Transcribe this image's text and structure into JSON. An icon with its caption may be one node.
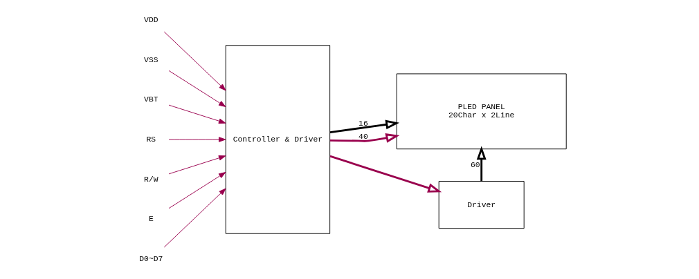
{
  "diagram": {
    "nodes": [
      {
        "text": [
          "VDD"
        ]
      },
      {
        "text": [
          "VSS"
        ]
      },
      {
        "text": [
          "VBT"
        ]
      },
      {
        "text": [
          "RS"
        ]
      },
      {
        "text": [
          "R/W"
        ]
      },
      {
        "text": [
          "E"
        ]
      },
      {
        "text": [
          "D0~D7"
        ]
      },
      {
        "text": [
          "Controller & Driver"
        ]
      },
      {
        "text": [
          "PLED PANEL",
          "20Char x 2Line"
        ]
      },
      {
        "text": [
          "Driver"
        ]
      }
    ],
    "edges": [
      {
        "from": 0,
        "to": 7,
        "arrow": "to"
      },
      {
        "from": 1,
        "to": 7,
        "arrow": "to"
      },
      {
        "from": 2,
        "to": 7,
        "arrow": "to"
      },
      {
        "from": 3,
        "to": 7,
        "arrow": "to"
      },
      {
        "from": 4,
        "to": 7,
        "arrow": "to"
      },
      {
        "from": 5,
        "to": 7,
        "arrow": "to"
      },
      {
        "from": 6,
        "to": 7,
        "arrow": "to"
      },
      {
        "from": 7,
        "to": 8,
        "arrow": "to",
        "label": "16",
        "style": "thick",
        "color": "#000000"
      },
      {
        "from": 7,
        "to": 8,
        "arrow": "to",
        "label": "40",
        "style": "thick"
      },
      {
        "from": 7,
        "to": 9,
        "arrow": "to",
        "style": "thick"
      },
      {
        "from": 9,
        "to": 8,
        "arrow": "to",
        "label": "60",
        "style": "thick",
        "color": "#000000"
      }
    ]
  }
}
